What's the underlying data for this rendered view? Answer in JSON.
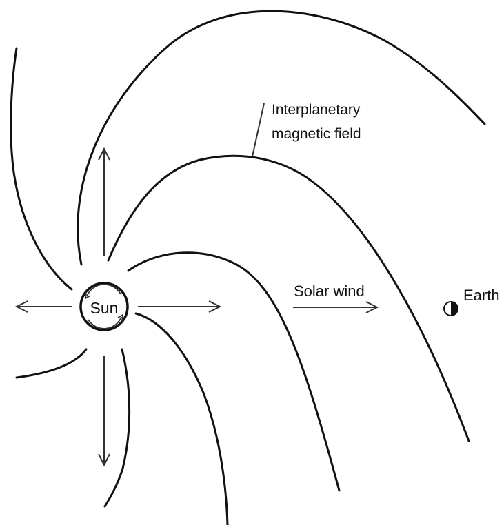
{
  "labels": {
    "sun": "Sun",
    "earth": "Earth",
    "solar_wind": "Solar wind",
    "imf_line1": "Interplanetary",
    "imf_line2": "magnetic field"
  },
  "colors": {
    "line": "#111111",
    "arrow": "#333333",
    "background": "#ffffff"
  },
  "icons": {
    "earth": "half-filled-circle"
  }
}
